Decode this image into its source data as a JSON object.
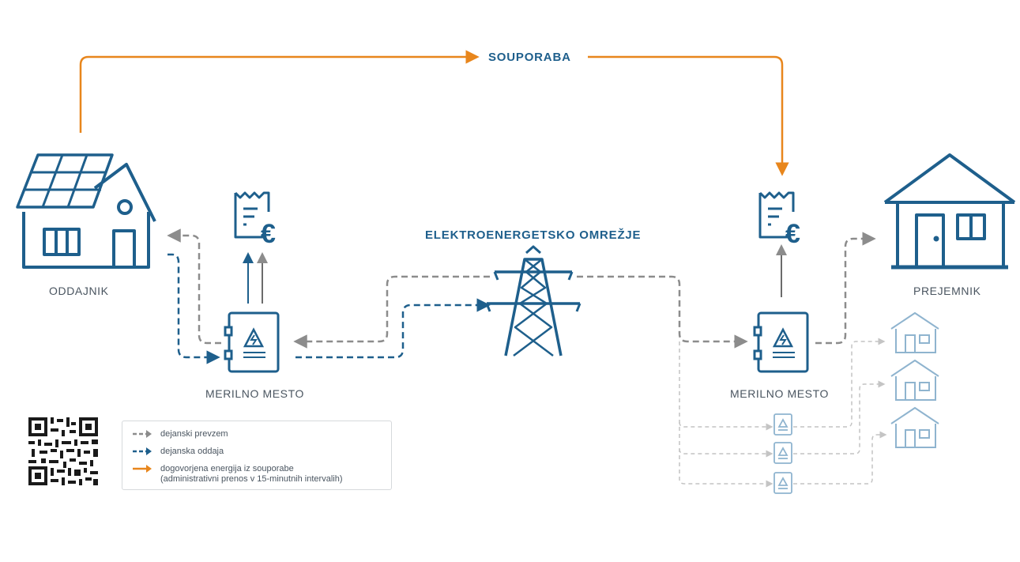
{
  "labels": {
    "souporaba": "SOUPORABA",
    "omrezje": "ELEKTROENERGETSKO OMREŽJE",
    "oddajnik": "ODDAJNIK",
    "prejemnik": "PREJEMNIK",
    "merilno_left": "MERILNO MESTO",
    "merilno_right": "MERILNO MESTO"
  },
  "legend": {
    "items": [
      {
        "text": "dejanski prevzem",
        "style": "dashed",
        "color": "#8c8c8c"
      },
      {
        "text": "dejanska oddaja",
        "style": "dashed",
        "color": "#1e5f8c"
      },
      {
        "text": "dogovorjena energija iz souporabe",
        "text2": "(administrativni prenos v 15-minutnih intervalih)",
        "style": "solid",
        "color": "#e8861c"
      }
    ]
  },
  "icons": {
    "currency_left": "€",
    "currency_right": "€"
  },
  "colors": {
    "blue": "#1e5f8c",
    "orange": "#e8861c",
    "gray": "#8c8c8c",
    "lightgray": "#c4c4c4",
    "lightblue": "#8fb4cf"
  }
}
